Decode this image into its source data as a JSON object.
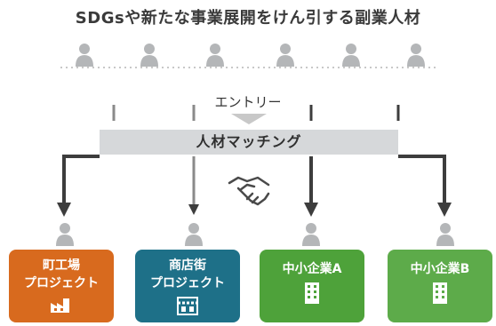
{
  "title": "SDGsや新たな事業展開をけん引する副業人材",
  "entry_label": "エントリー",
  "matching_label": "人材マッチング",
  "boxes": [
    {
      "line1": "町工場",
      "line2": "プロジェクト",
      "color": "#d86a1e",
      "icon": "factory-icon"
    },
    {
      "line1": "商店街",
      "line2": "プロジェクト",
      "color": "#1e7088",
      "icon": "shop-icon"
    },
    {
      "line1": "中小企業A",
      "line2": "",
      "color": "#4ea23a",
      "icon": "building-icon"
    },
    {
      "line1": "中小企業B",
      "line2": "",
      "color": "#5dab4a",
      "icon": "building-icon"
    }
  ],
  "colors": {
    "person": "#b4b6b8",
    "arrow": "#3d3d3d",
    "bar": "#d6d8da"
  }
}
